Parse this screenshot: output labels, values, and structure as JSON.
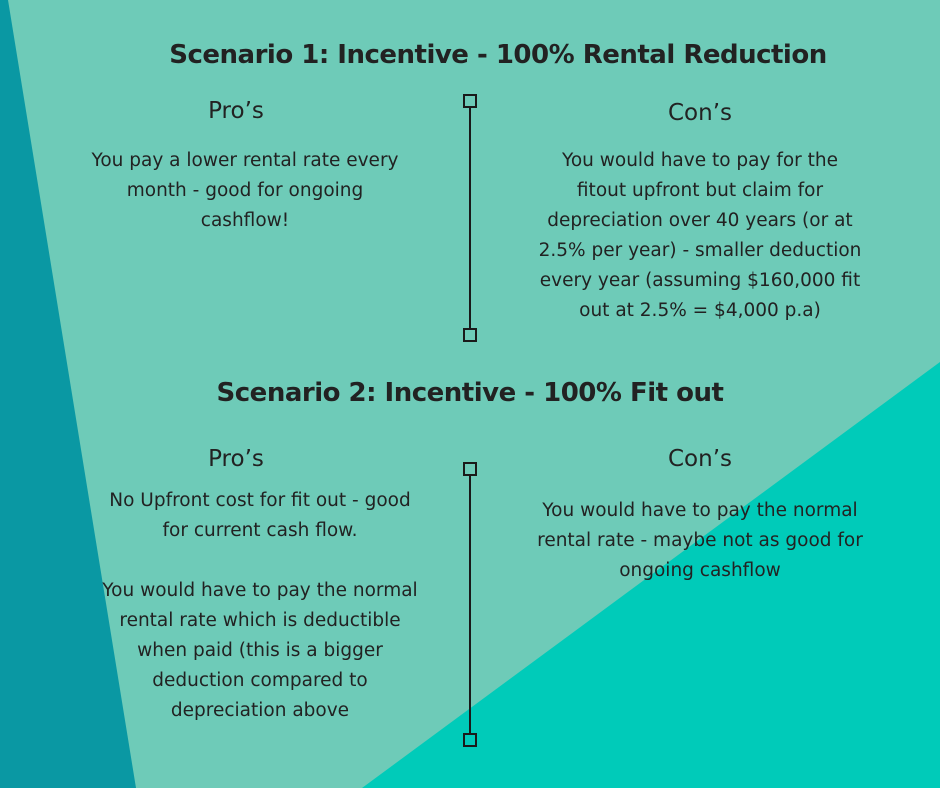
{
  "colors": {
    "background": "#6ecbb8",
    "left_shape": "#0a98a3",
    "right_shape": "#00cbb9",
    "text": "#222222"
  },
  "scenario1": {
    "title": "Scenario 1: Incentive - 100% Rental Reduction",
    "pros": {
      "heading": "Pro’s",
      "lines": [
        "You pay a lower rental rate every",
        "month - good for ongoing",
        "cashflow!"
      ]
    },
    "cons": {
      "heading": "Con’s",
      "lines": [
        "You would have to pay for the",
        "fitout upfront but claim for",
        "depreciation over 40 years (or at",
        "2.5% per year) - smaller deduction",
        "every year (assuming $160,000 fit",
        "out at 2.5% = $4,000 p.a)"
      ]
    }
  },
  "scenario2": {
    "title": "Scenario 2: Incentive - 100% Fit out",
    "pros": {
      "heading": "Pro’s",
      "lines": [
        "No Upfront cost for fit out - good",
        "for current cash flow.",
        "",
        "You would have to pay the normal",
        "rental rate which is deductible",
        "when paid (this is a bigger",
        "deduction  compared to",
        "depreciation above"
      ]
    },
    "cons": {
      "heading": "Con’s",
      "lines": [
        "You would have to pay the normal",
        "rental rate - maybe not as good for",
        "ongoing cashflow"
      ]
    }
  }
}
